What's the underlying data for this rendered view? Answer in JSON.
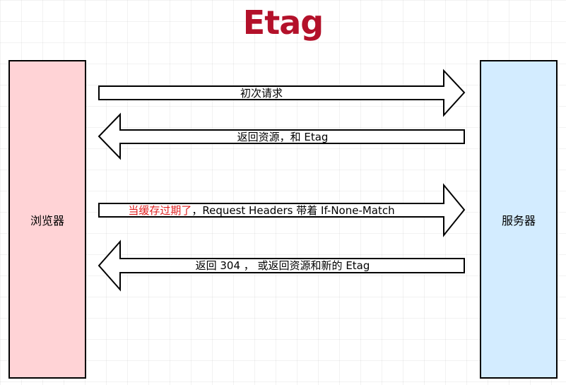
{
  "title": "Etag",
  "browser": {
    "label": "浏览器",
    "fill": "#ffd3d6"
  },
  "server": {
    "label": "服务器",
    "fill": "#d3ecff"
  },
  "arrows": [
    {
      "direction": "right",
      "text": "初次请求"
    },
    {
      "direction": "left",
      "text": "返回资源，和 Etag"
    },
    {
      "direction": "right",
      "highlight": "当缓存过期了",
      "text": "，Request Headers 带着 If-None-Match"
    },
    {
      "direction": "left",
      "text": "返回 304 ， 或返回资源和新的 Etag"
    }
  ],
  "colors": {
    "title": "#b3112a",
    "highlight": "#e02020"
  }
}
